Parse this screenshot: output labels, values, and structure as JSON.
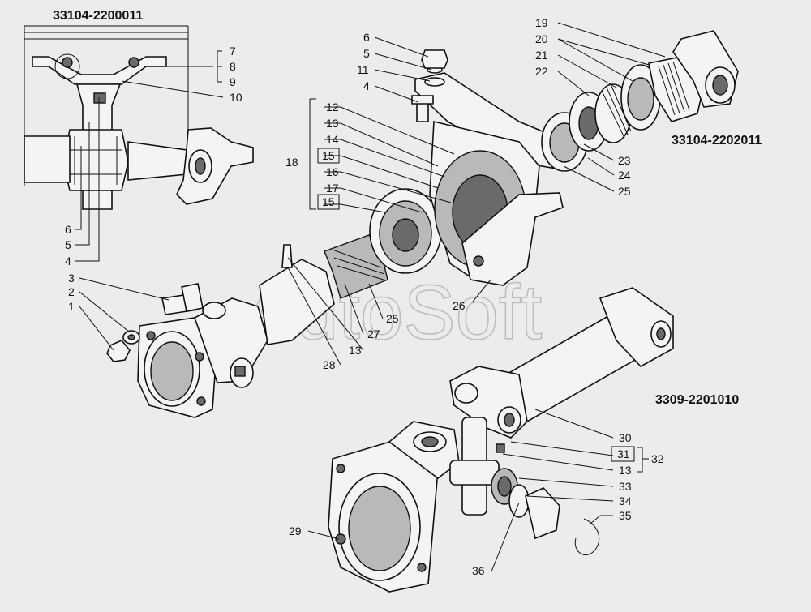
{
  "assemblies": {
    "a1": "33104-2200011",
    "a2": "33104-2202011",
    "a3": "3309-2201010"
  },
  "watermark": "AutoSoft",
  "callouts": {
    "inset_7": "7",
    "inset_8": "8",
    "inset_9": "9",
    "inset_10": "10",
    "inset_6": "6",
    "inset_5": "5",
    "inset_4": "4",
    "c3": "3",
    "c2": "2",
    "c1": "1",
    "t6": "6",
    "t5": "5",
    "t11": "11",
    "t4": "4",
    "c12": "12",
    "c13a": "13",
    "c14": "14",
    "c15a": "15",
    "c16": "16",
    "c17": "17",
    "c15b": "15",
    "c18": "18",
    "c19": "19",
    "c20": "20",
    "c21": "21",
    "c22": "22",
    "c23": "23",
    "c24": "24",
    "c25a": "25",
    "c25b": "25",
    "c26": "26",
    "c27": "27",
    "c13b": "13",
    "c28": "28",
    "c30": "30",
    "c31": "31",
    "c13c": "13",
    "c32": "32",
    "c33": "33",
    "c34": "34",
    "c35": "35",
    "c29": "29",
    "c36": "36"
  }
}
